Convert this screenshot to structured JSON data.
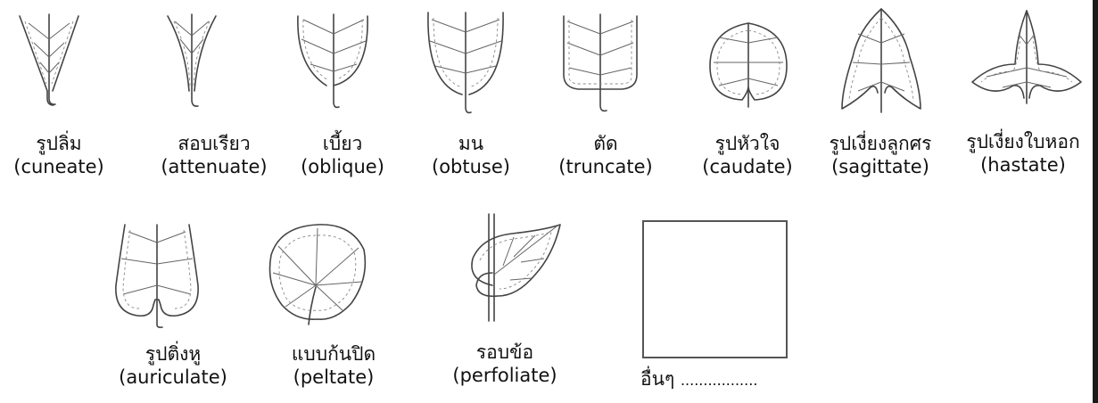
{
  "leaves": [
    {
      "thai": "รูปลิ่ม",
      "english": "(cuneate)"
    },
    {
      "thai": "สอบเรียว",
      "english": "(attenuate)"
    },
    {
      "thai": "เบี้ยว",
      "english": "(oblique)"
    },
    {
      "thai": "มน",
      "english": "(obtuse)"
    },
    {
      "thai": "ตัด",
      "english": "(truncate)"
    },
    {
      "thai": "รูปหัวใจ",
      "english": "(caudate)"
    },
    {
      "thai": "รูปเงี่ยงลูกศร",
      "english": "(sagittate)"
    },
    {
      "thai": "รูปเงี่ยงใบหอก",
      "english": "(hastate)"
    },
    {
      "thai": "รูปติ่งหู",
      "english": "(auriculate)"
    },
    {
      "thai": "แบบก้นปิด",
      "english": "(peltate)"
    },
    {
      "thai": "รอบข้อ",
      "english": "(perfoliate)"
    }
  ],
  "other": {
    "label": "อื่นๆ",
    "blank": "................."
  },
  "icons": [
    "cuneate-leaf-icon",
    "attenuate-leaf-icon",
    "oblique-leaf-icon",
    "obtuse-leaf-icon",
    "truncate-leaf-icon",
    "caudate-leaf-icon",
    "sagittate-leaf-icon",
    "hastate-leaf-icon",
    "auriculate-leaf-icon",
    "peltate-leaf-icon",
    "perfoliate-leaf-icon"
  ],
  "colors": {
    "line": "#444444",
    "border": "#1a1a1a"
  }
}
